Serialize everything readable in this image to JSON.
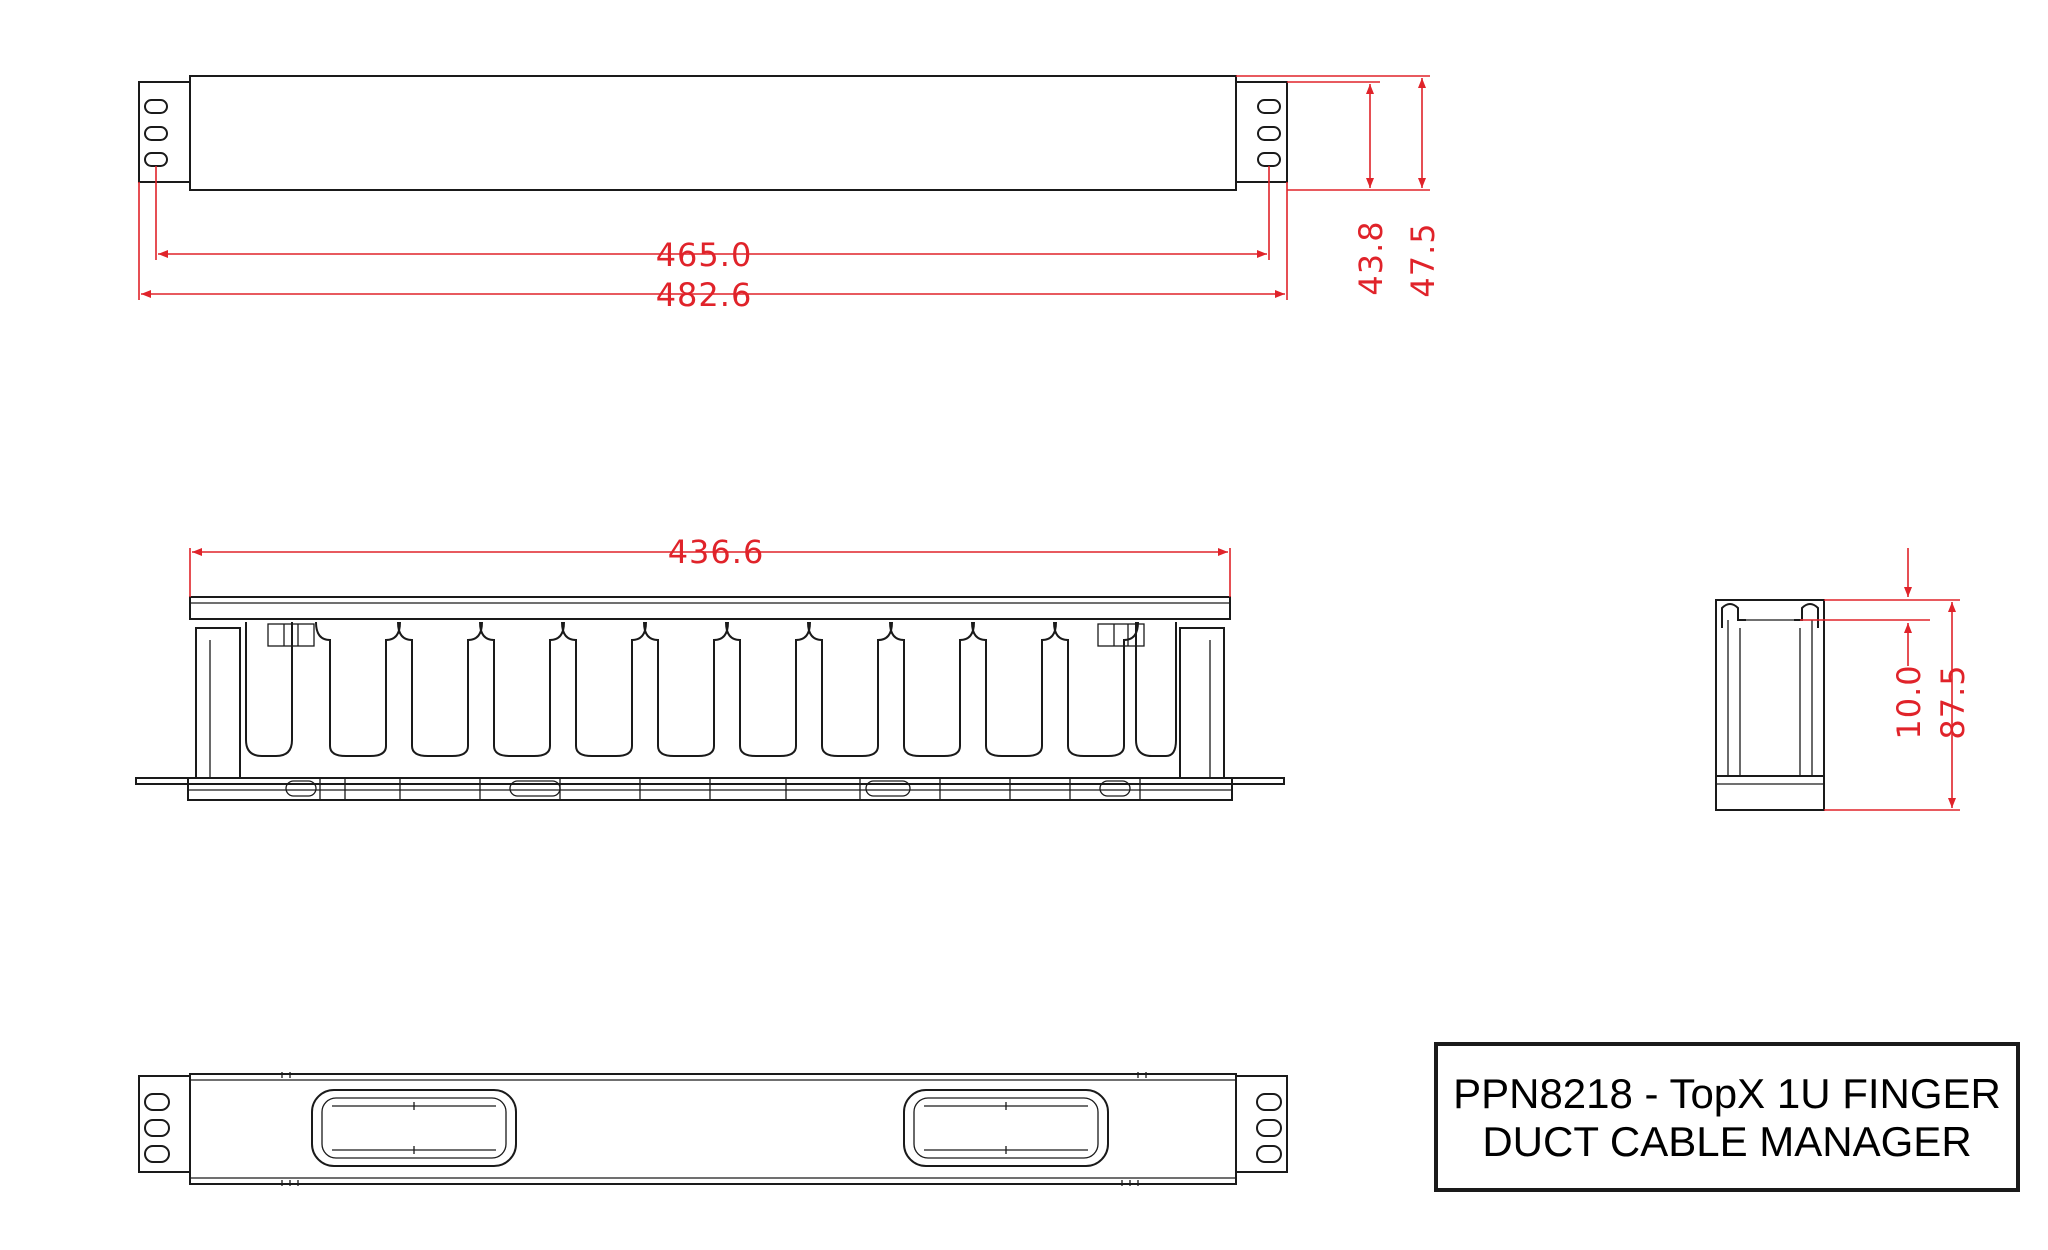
{
  "title_block": {
    "line1": "PPN8218 - TopX 1U FINGER",
    "line2": "DUCT CABLE MANAGER"
  },
  "dimensions": {
    "front_hole_spacing": "465.0",
    "front_overall_width": "482.6",
    "front_height_body": "43.8",
    "front_height_overall": "47.5",
    "top_inner_width": "436.6",
    "side_lip": "10.0",
    "side_depth": "87.5"
  },
  "colors": {
    "line": "#1a1a1a",
    "dimension": "#e0232a",
    "background": "#ffffff"
  }
}
